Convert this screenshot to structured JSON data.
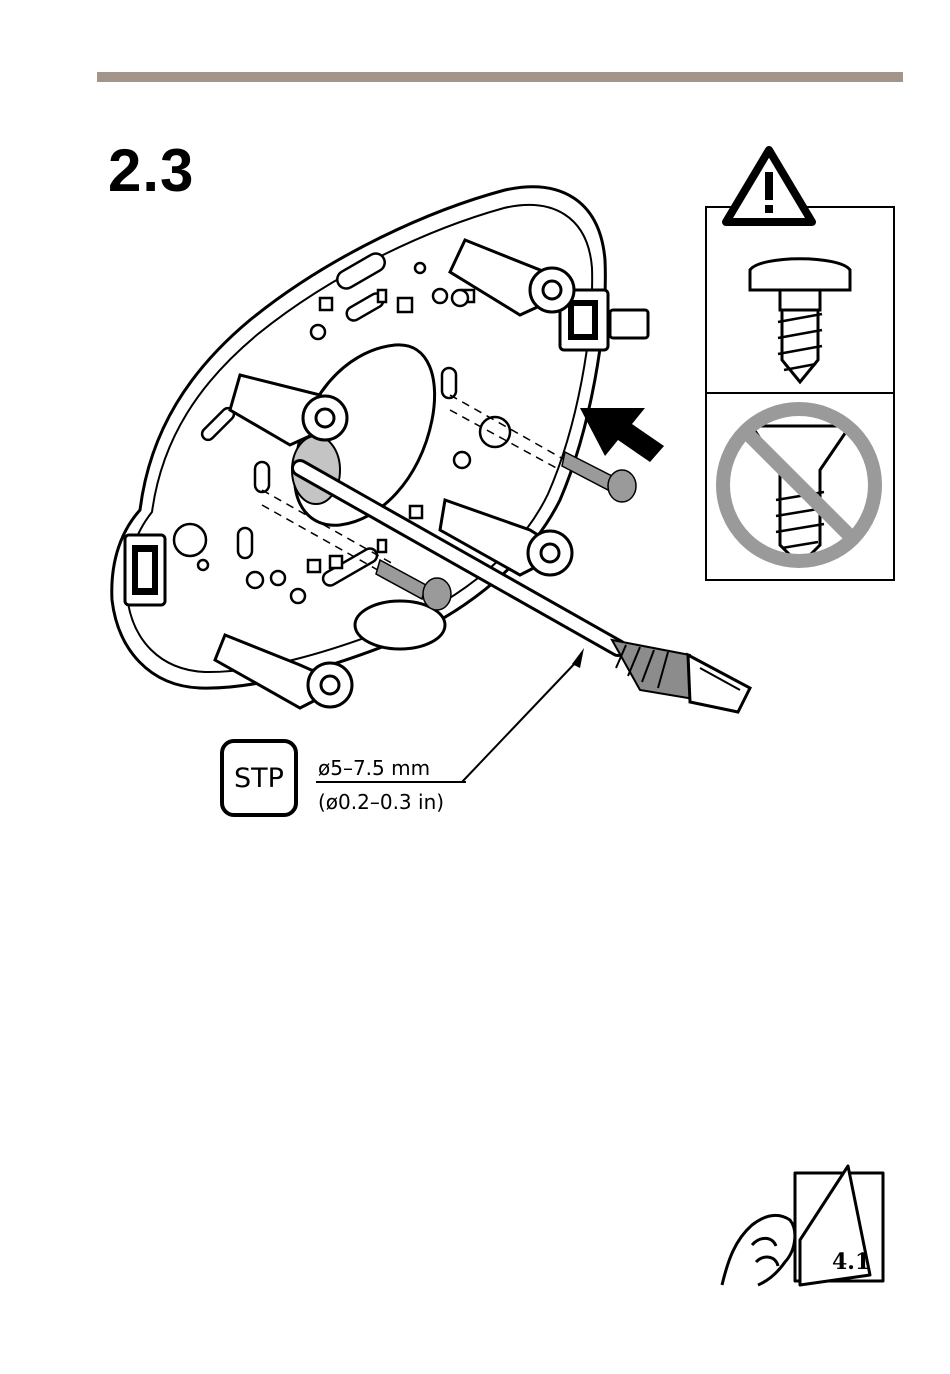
{
  "step": {
    "number": "2.3"
  },
  "cable": {
    "type_label": "STP",
    "diameter_mm": "ø5–7.5 mm",
    "diameter_in": "(ø0.2–0.3 in)"
  },
  "screw_guide": {
    "warning_icon": "warning-triangle-icon",
    "allowed": "pan-head-screw-icon",
    "not_allowed": "countersunk-screw-prohibited-icon"
  },
  "next_step": {
    "label": "4.1",
    "icon": "page-turn-hand-icon"
  },
  "colors": {
    "rule": "#a39589",
    "screw_gray": "#9a9a9a",
    "cable_hole": "#c4c4c4",
    "prohibited": "#9a9a9a"
  }
}
